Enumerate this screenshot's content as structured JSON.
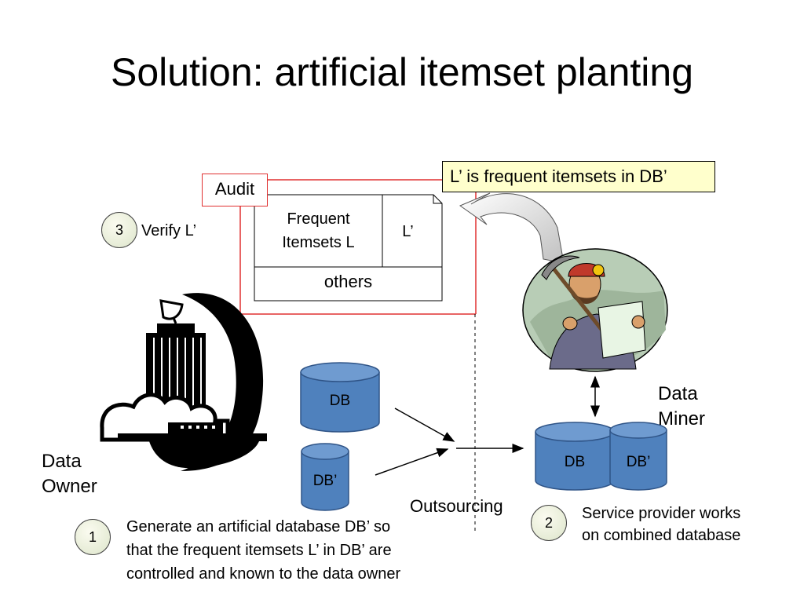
{
  "title": "Solution: artificial itemset planting",
  "callout": "L’ is frequent itemsets in DB’",
  "audit_label": "Audit",
  "table": {
    "frequent_line1": "Frequent",
    "frequent_line2": "Itemsets L",
    "lprime": "L’",
    "others": "others"
  },
  "steps": [
    {
      "number": "3",
      "text": "Verify L’"
    },
    {
      "number": "2",
      "text_line1": "Service provider works",
      "text_line2": "on combined database"
    },
    {
      "number": "1",
      "text_line1": "Generate an artificial database DB’ so",
      "text_line2": "that the frequent itemsets L’ in DB’ are",
      "text_line3": "controlled and known to the data owner"
    }
  ],
  "databases": {
    "db_owner": "DB",
    "dbprime_owner": "DB’",
    "db_miner": "DB",
    "dbprime_miner": "DB’"
  },
  "data_owner_line1": "Data",
  "data_owner_line2": "Owner",
  "data_miner_line1": "Data",
  "data_miner_line2": "Miner",
  "outsourcing": "Outsourcing",
  "colors": {
    "db_fill": "#4f81bd",
    "db_stroke": "#2f5487",
    "callout_fill": "#ffffcc",
    "audit_border": "#e03030"
  }
}
